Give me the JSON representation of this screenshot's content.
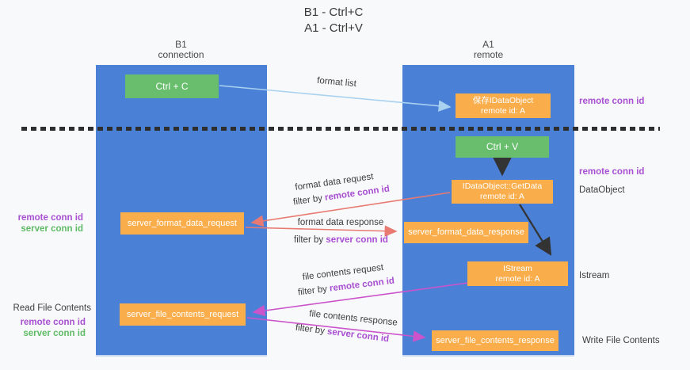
{
  "title": {
    "line1": "B1 - Ctrl+C",
    "line2": "A1 - Ctrl+V"
  },
  "columns": {
    "left": {
      "name": "B1",
      "role": "connection"
    },
    "right": {
      "name": "A1",
      "role": "remote"
    }
  },
  "nodes": {
    "ctrl_c": {
      "label": "Ctrl + C"
    },
    "ctrl_v": {
      "label": "Ctrl + V"
    },
    "save_dataobject": {
      "line1": "保存IDataObject",
      "line2": "remote id: A"
    },
    "getdata": {
      "line1": "IDataObject::GetData",
      "line2": "remote id: A"
    },
    "istream": {
      "line1": "IStream",
      "line2": "remote id: A"
    },
    "server_format_data_request": {
      "label": "server_format_data_request"
    },
    "server_format_data_response": {
      "label": "server_format_data_response"
    },
    "server_file_contents_request": {
      "label": "server_file_contents_request"
    },
    "server_file_contents_response": {
      "label": "server_file_contents_response"
    }
  },
  "flow_labels": {
    "format_list": "format list",
    "format_data_request": "format data request",
    "format_data_response": "format data response",
    "file_contents_request": "file contents request",
    "file_contents_response": "file contents response",
    "filter_by": "filter by ",
    "remote_conn_id": "remote conn id",
    "server_conn_id": "server conn id"
  },
  "margin_labels": {
    "left_remote_conn_id": "remote conn id",
    "left_server_conn_id": "server conn id",
    "read_file_contents": "Read File Contents",
    "left_remote_conn_id_2": "remote conn id",
    "left_server_conn_id_2": "server conn id",
    "right_remote_conn_id_top": "remote conn id",
    "right_remote_conn_id_mid": "remote conn id",
    "dataobject": "DataObject",
    "istream": "Istream",
    "write_file_contents": "Write File Contents"
  },
  "colors": {
    "column_blue": "#4b80d7",
    "node_green": "#68be6c",
    "node_orange": "#f9ad4b",
    "purple_text": "#a84fd2",
    "green_text": "#5fbb66",
    "arrow_blue": "#a9d2f0",
    "arrow_red": "#e87a72",
    "arrow_magenta": "#cb54cb",
    "arrow_black": "#333333"
  }
}
